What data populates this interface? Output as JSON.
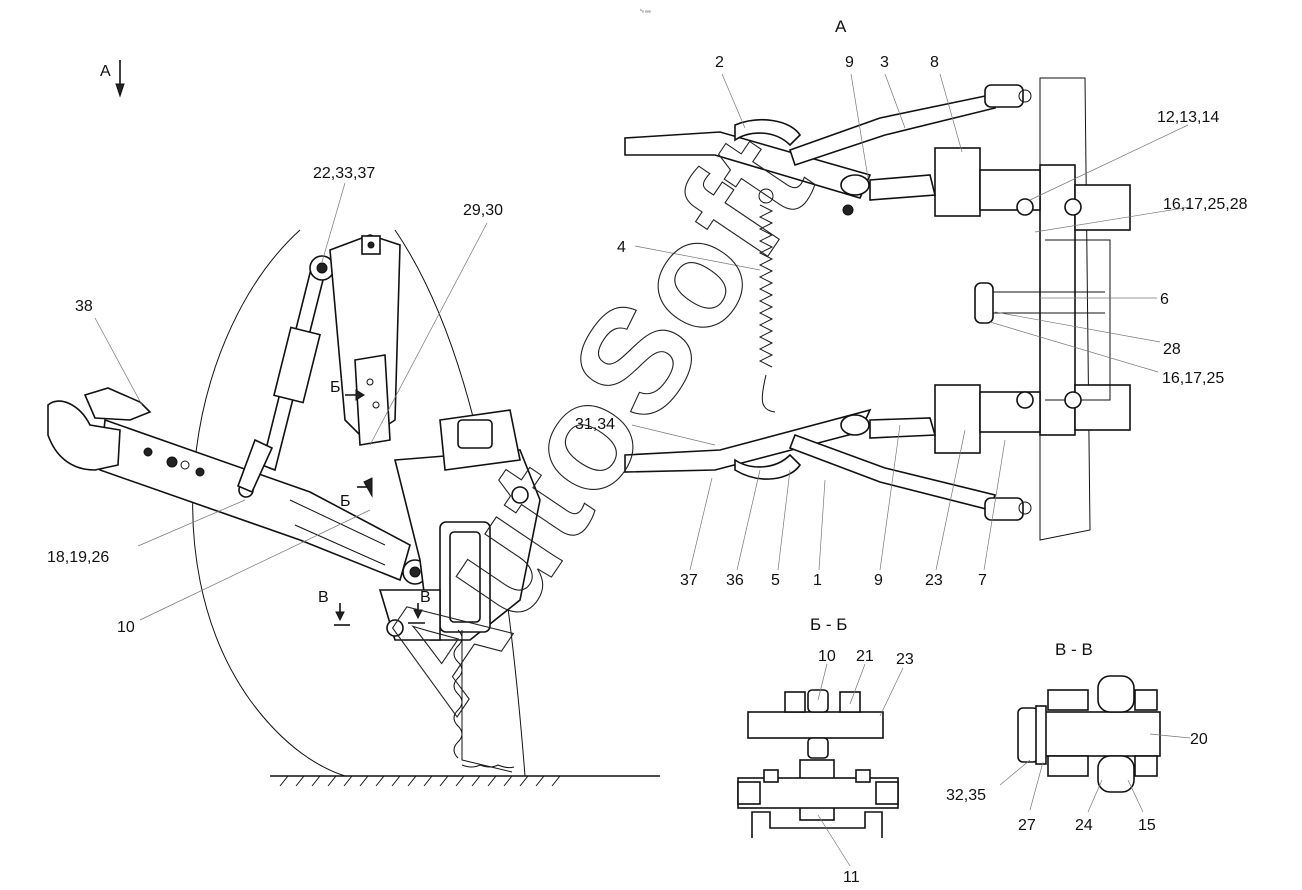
{
  "header": {
    "tiny_mark": "ⁿₒ ₒₒₒ"
  },
  "watermark": "AutoSoft",
  "view_arrow": {
    "label": "А"
  },
  "top_view": {
    "title": "А"
  },
  "section_marks": {
    "b": "Б",
    "v": "В"
  },
  "section_b": {
    "title": "Б - Б"
  },
  "section_v": {
    "title": "В - В"
  },
  "callouts": {
    "c38": "38",
    "c22_33_37": "22,33,37",
    "c29_30": "29,30",
    "c18_19_26": "18,19,26",
    "c10": "10",
    "c2": "2",
    "c9_top": "9",
    "c3": "3",
    "c8": "8",
    "c12_13_14": "12,13,14",
    "c16_17_25_28": "16,17,25,28",
    "c4": "4",
    "c6": "6",
    "c28": "28",
    "c16_17_25": "16,17,25",
    "c31_34": "31,34",
    "c37": "37",
    "c36": "36",
    "c5": "5",
    "c1": "1",
    "c9_bottom": "9",
    "c23": "23",
    "c7": "7",
    "b_10": "10",
    "b_21": "21",
    "b_23": "23",
    "b_11": "11",
    "v_20": "20",
    "v_32_35": "32,35",
    "v_27": "27",
    "v_24": "24",
    "v_15": "15"
  }
}
